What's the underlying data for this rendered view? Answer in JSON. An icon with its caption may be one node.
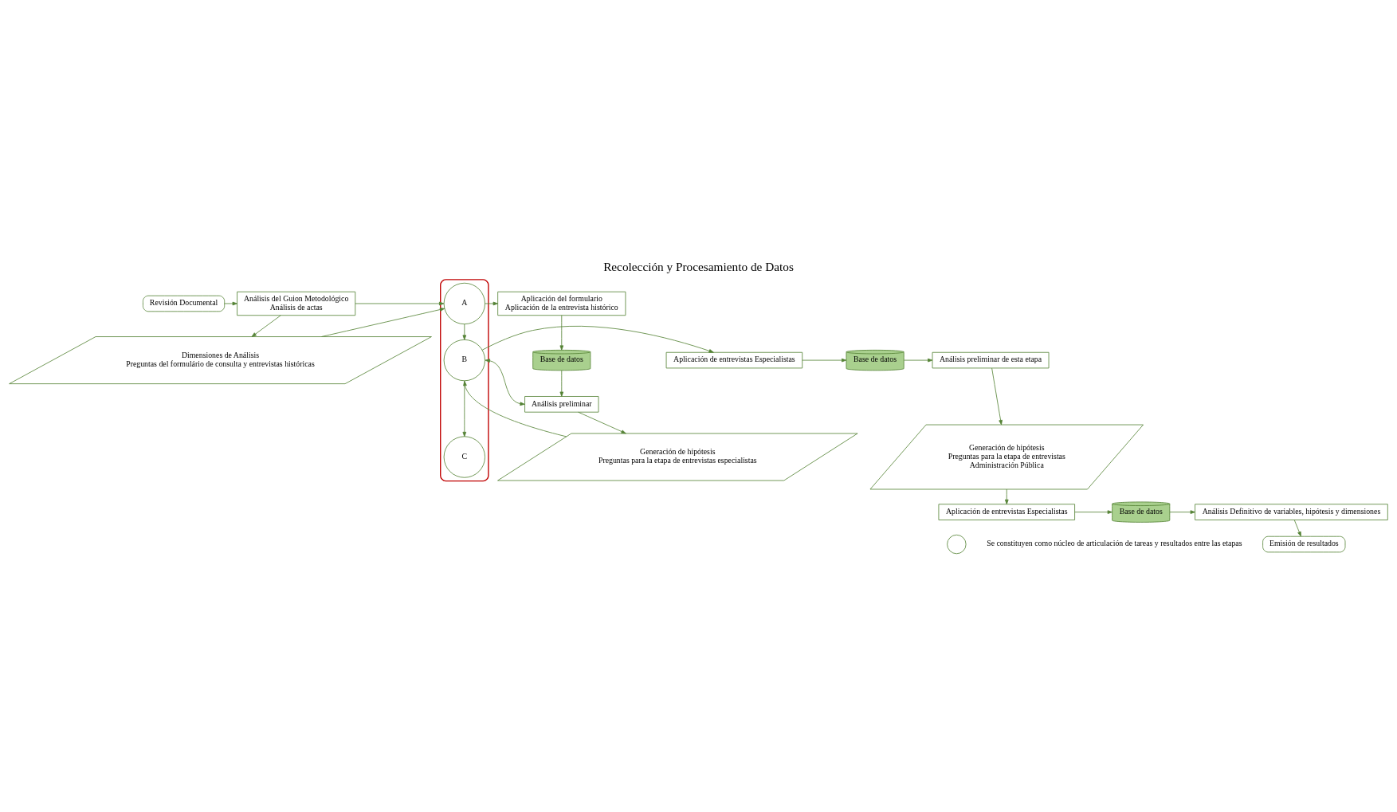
{
  "diagram": {
    "title": "Recolección y Procesamiento de Datos",
    "nodes": [
      {
        "text": [
          "Revisión Documental"
        ]
      },
      {
        "text": [
          "Análisis del Guion Metodológico",
          "Análisis de actas"
        ]
      },
      {
        "text": [
          "Dimensiones de Análisis",
          "Preguntas del formulário de consulta y entrevistas históricas"
        ]
      },
      {
        "text": [],
        "shape": "ellipse"
      },
      {
        "text": [
          "A"
        ],
        "in": 3
      },
      {
        "text": [
          "B"
        ],
        "in": 3
      },
      {
        "text": [
          "C"
        ],
        "in": 3
      },
      {
        "text": [
          "Aplicación del formulario",
          "Aplicación de la entrevista histórico"
        ]
      },
      {
        "text": [
          "Base de datos"
        ]
      },
      {
        "text": [
          "Análisis preliminar"
        ]
      },
      {
        "text": [
          "Generación de hipótesis",
          "Preguntas para la etapa de entrevistas especialistas"
        ]
      },
      {
        "text": [
          "Aplicación de entrevistas Especialistas"
        ]
      },
      {
        "text": [
          "Base de datos"
        ]
      },
      {
        "text": [
          "Análisis preliminar de esta etapa"
        ]
      },
      {
        "text": [
          "Generación de hipótesis",
          "Preguntas para la etapa de entrevistas",
          "Administración Pública"
        ]
      },
      {
        "text": [
          "Aplicación de entrevistas Especialistas"
        ]
      },
      {
        "text": [
          "Base de datos"
        ]
      },
      {
        "text": [
          "Análisis Definitivo de variables, hipótesis y dimensiones"
        ]
      },
      {
        "text": [
          "Emisión de resultados"
        ]
      }
    ],
    "edges": [
      {
        "from": 0,
        "to": 1,
        "arrow": "to"
      },
      {
        "from": 1,
        "to": 4,
        "arrow": "to"
      },
      {
        "from": 1,
        "to": 2,
        "arrow": "to"
      },
      {
        "from": 2,
        "to": 4,
        "arrow": "to"
      },
      {
        "from": 4,
        "to": 7,
        "arrow": "to"
      },
      {
        "from": 4,
        "to": 5,
        "arrow": "to"
      },
      {
        "from": 7,
        "to": 8,
        "arrow": "to"
      },
      {
        "from": 8,
        "to": 9,
        "arrow": "to"
      },
      {
        "from": 5,
        "to": 9,
        "arrow": "both"
      },
      {
        "from": 9,
        "to": 10,
        "arrow": "to"
      },
      {
        "from": 10,
        "to": 5,
        "arrow": "to"
      },
      {
        "from": 5,
        "to": 6,
        "arrow": "to"
      },
      {
        "from": 5,
        "to": 11,
        "arrow": "to"
      },
      {
        "from": 11,
        "to": 12,
        "arrow": "to"
      },
      {
        "from": 12,
        "to": 13,
        "arrow": "to"
      },
      {
        "from": 13,
        "to": 14,
        "arrow": "to"
      },
      {
        "from": 14,
        "to": 15,
        "arrow": "to"
      },
      {
        "from": 15,
        "to": 16,
        "arrow": "to"
      },
      {
        "from": 16,
        "to": 17,
        "arrow": "to"
      },
      {
        "from": 17,
        "to": 18,
        "arrow": "to"
      }
    ],
    "legend": [
      {
        "text": "Se constituyen como núcleo de articulación de tareas y resultados entre las etapas"
      }
    ]
  }
}
